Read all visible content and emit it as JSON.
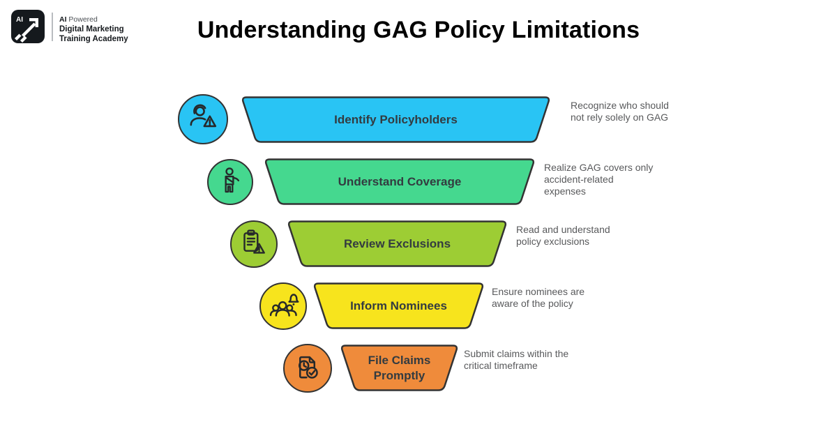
{
  "header": {
    "logo": {
      "mark_text": "AI",
      "line1_bold": "AI",
      "line1_rest": " Powered",
      "line2": "Digital Marketing",
      "line3": "Training Academy"
    },
    "title": "Understanding GAG Policy Limitations"
  },
  "funnel": {
    "outline_color": "#333333",
    "label_color": "#333b40",
    "description_color": "#58595b",
    "steps": [
      {
        "label": "Identify Policyholders",
        "description": "Recognize who should\nnot rely solely on GAG",
        "color": "#29C4F4",
        "icon": "person-warning-icon"
      },
      {
        "label": "Understand Coverage",
        "description": "Realize GAG covers only\naccident-related\nexpenses",
        "color": "#45D88F",
        "icon": "injured-person-icon"
      },
      {
        "label": "Review Exclusions",
        "description": "Read and understand\npolicy exclusions",
        "color": "#9DCD34",
        "icon": "clipboard-warning-icon"
      },
      {
        "label": "Inform Nominees",
        "description": "Ensure nominees are\naware of the policy",
        "color": "#F7E41D",
        "icon": "group-bell-icon"
      },
      {
        "label": "File Claims\nPromptly",
        "description": "Submit claims within the\ncritical timeframe",
        "color": "#EF8B3B",
        "icon": "document-clock-check-icon"
      }
    ]
  }
}
